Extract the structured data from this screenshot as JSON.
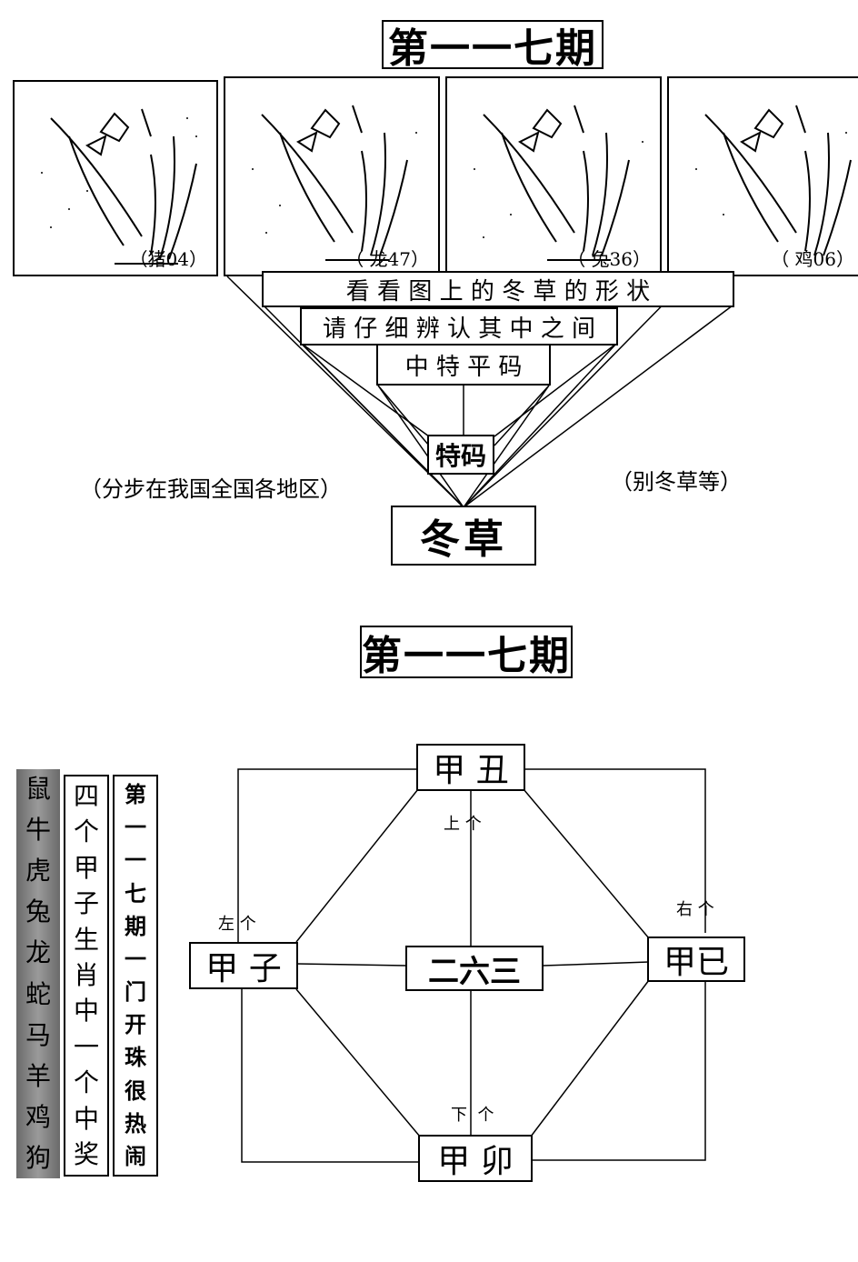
{
  "section1": {
    "title": "第一一七期",
    "panels": [
      {
        "label": "（猪04）"
      },
      {
        "label": "（ 龙47）"
      },
      {
        "label": "（ 兔36）"
      },
      {
        "label": "（ 鸡06）"
      }
    ],
    "line1": "看 看 图 上 的 冬 草 的 形 状",
    "line2": "请 仔 细 辨 认 其 中 之 间",
    "line3": "中 特 平 码",
    "tema": "特码",
    "note_left": "（分步在我国全国各地区）",
    "note_right": "（别冬草等）",
    "answer": "冬草"
  },
  "section2": {
    "title": "第一一七期",
    "zodiac_col": [
      "鼠",
      "牛",
      "虎",
      "兔",
      "龙",
      "蛇",
      "马",
      "羊",
      "鸡",
      "狗"
    ],
    "col2": [
      "四",
      "个",
      "甲",
      "子",
      "生",
      "肖",
      "中",
      "一",
      "个",
      "中",
      "奖"
    ],
    "col3": [
      "第",
      "一",
      "一",
      "七",
      "期",
      "一",
      "门",
      "开",
      "珠",
      "很",
      "热",
      "闹"
    ],
    "top": "甲 丑",
    "left": "甲 子",
    "right": "甲已",
    "bottom": "甲 卯",
    "center": "二六三",
    "label_up": "上 个",
    "label_left": "左 个",
    "label_right": "右 个",
    "label_down": "下  个"
  }
}
